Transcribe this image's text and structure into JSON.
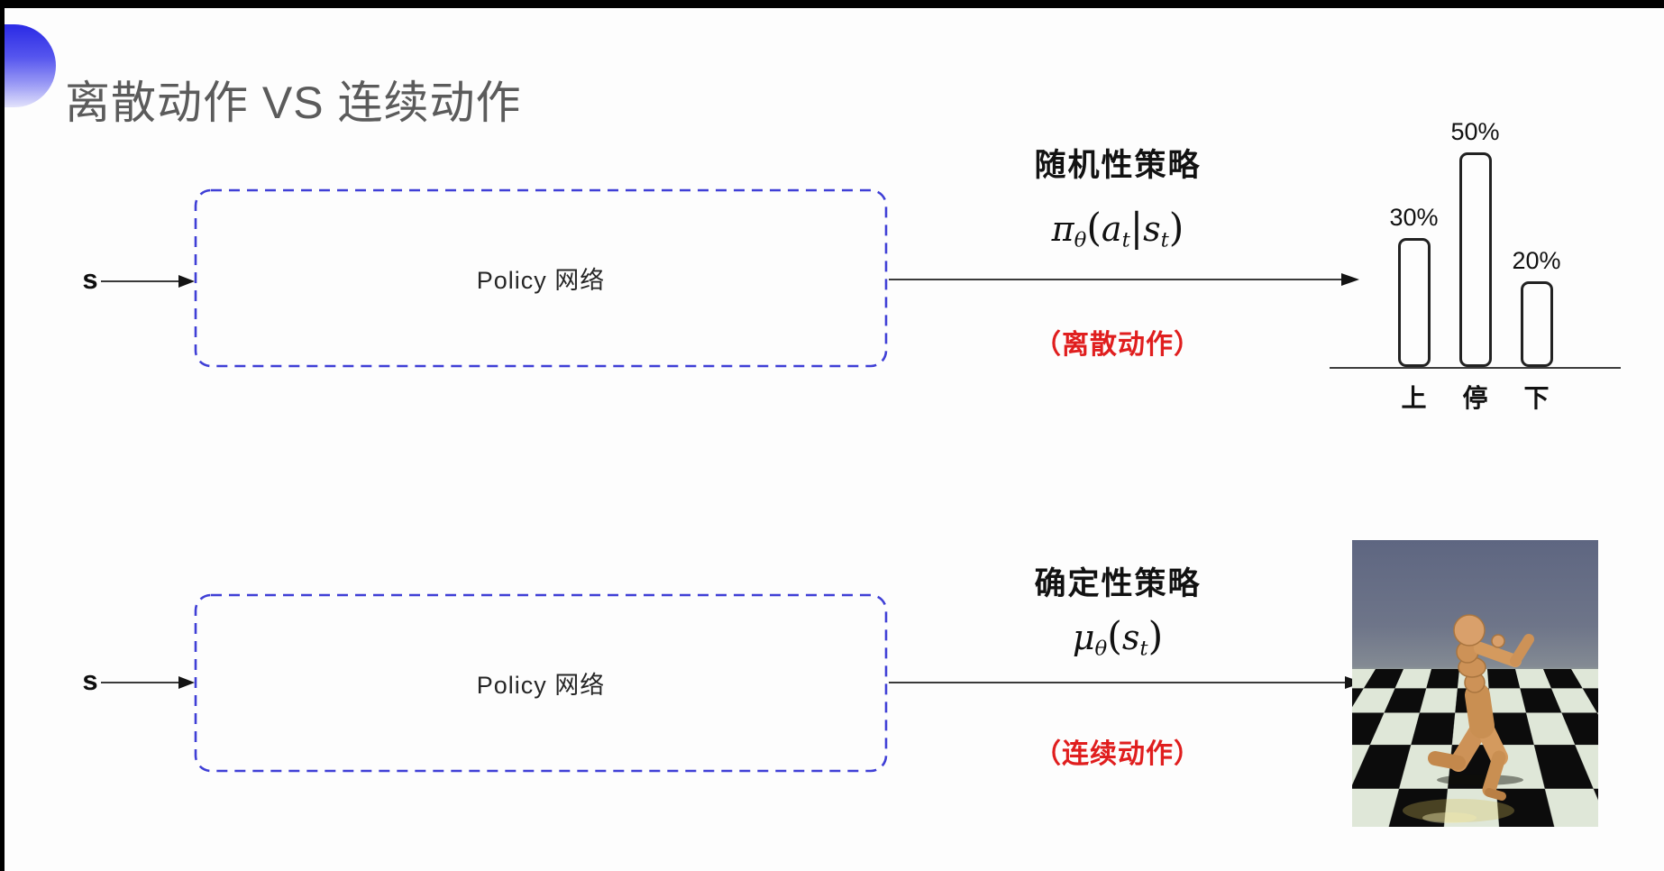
{
  "title": "离散动作 VS 连续动作",
  "colors": {
    "accent_blue": "#3f3fd6",
    "note_red": "#e01e1e",
    "title_gray": "#5b5b5b"
  },
  "top_flow": {
    "input_label": "s",
    "box_label": "Policy 网络",
    "policy_type": "随机性策略",
    "formula": [
      {
        "t": "π",
        "it": true
      },
      {
        "t": "θ",
        "it": true,
        "sub": true
      },
      {
        "t": "(",
        "big": true
      },
      {
        "t": "a",
        "it": true
      },
      {
        "t": "t",
        "it": true,
        "sub": true
      },
      {
        "t": "|",
        "big": true
      },
      {
        "t": "s",
        "it": true
      },
      {
        "t": "t",
        "it": true,
        "sub": true
      },
      {
        "t": ")",
        "big": true
      }
    ],
    "note": "（离散动作）"
  },
  "bottom_flow": {
    "input_label": "s",
    "box_label": "Policy 网络",
    "policy_type": "确定性策略",
    "formula": [
      {
        "t": "μ",
        "it": true
      },
      {
        "t": "θ",
        "it": true,
        "sub": true
      },
      {
        "t": "(",
        "big": true
      },
      {
        "t": "s",
        "it": true
      },
      {
        "t": "t",
        "it": true,
        "sub": true
      },
      {
        "t": ")",
        "big": true
      }
    ],
    "note": "（连续动作）"
  },
  "chart_data": {
    "type": "bar",
    "title": "",
    "categories": [
      "上",
      "停",
      "下"
    ],
    "values": [
      30,
      50,
      20
    ],
    "value_labels": [
      "30%",
      "50%",
      "20%"
    ],
    "ylim": [
      0,
      50
    ],
    "unit": "%",
    "grid": false,
    "legend": false
  }
}
